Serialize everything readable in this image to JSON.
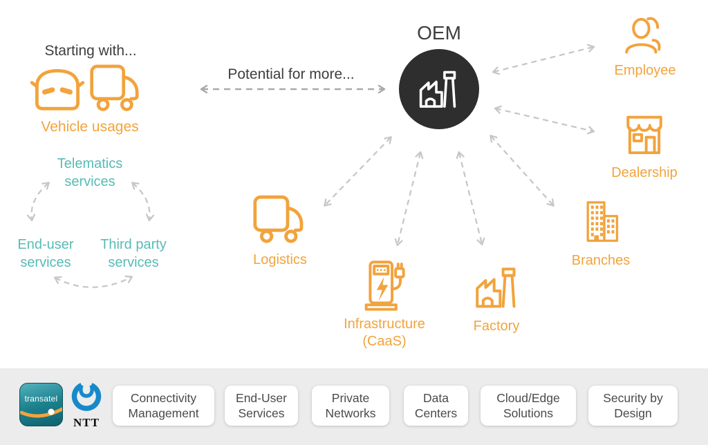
{
  "colors": {
    "accent_orange": "#F2A33C",
    "accent_teal": "#57BBB6",
    "text_dark": "#3E3E3D",
    "arrow_gray": "#C7C7C7",
    "arrow_gray_dark": "#A9A9A9",
    "oem_circle": "#2E2E2E",
    "footer_band": "#ECECEC",
    "ntt_blue": "#1789CB",
    "transatel_teal": "#187E8C"
  },
  "left_flow": {
    "heading": "Starting with...",
    "vehicle_label": "Vehicle usages",
    "telematics": {
      "line1": "Telematics",
      "line2": "services"
    },
    "end_user": {
      "line1": "End-user",
      "line2": "services"
    },
    "third_party": {
      "line1": "Third party",
      "line2": "services"
    }
  },
  "center": {
    "potential_label": "Potential for more...",
    "oem_label": "OEM"
  },
  "nodes": {
    "employee": {
      "label": "Employee"
    },
    "dealership": {
      "label": "Dealership"
    },
    "branches": {
      "label": "Branches"
    },
    "factory": {
      "label": "Factory"
    },
    "infrastructure": {
      "line1": "Infrastructure",
      "line2": "(CaaS)"
    },
    "logistics": {
      "label": "Logistics"
    }
  },
  "footer": {
    "transatel_logo_text": "transatel",
    "ntt_logo_text": "NTT",
    "pills": [
      {
        "line1": "Connectivity",
        "line2": "Management"
      },
      {
        "line1": "End-User",
        "line2": "Services"
      },
      {
        "line1": "Private",
        "line2": "Networks"
      },
      {
        "line1": "Data",
        "line2": "Centers"
      },
      {
        "line1": "Cloud/Edge",
        "line2": "Solutions"
      },
      {
        "line1": "Security by",
        "line2": "Design"
      }
    ]
  },
  "icons": [
    "car-icon",
    "truck-icon",
    "factory-icon",
    "person-duo-icon",
    "storefront-icon",
    "buildings-icon",
    "charging-station-icon",
    "transatel-logo",
    "ntt-logo",
    "dashed-double-arrow"
  ]
}
